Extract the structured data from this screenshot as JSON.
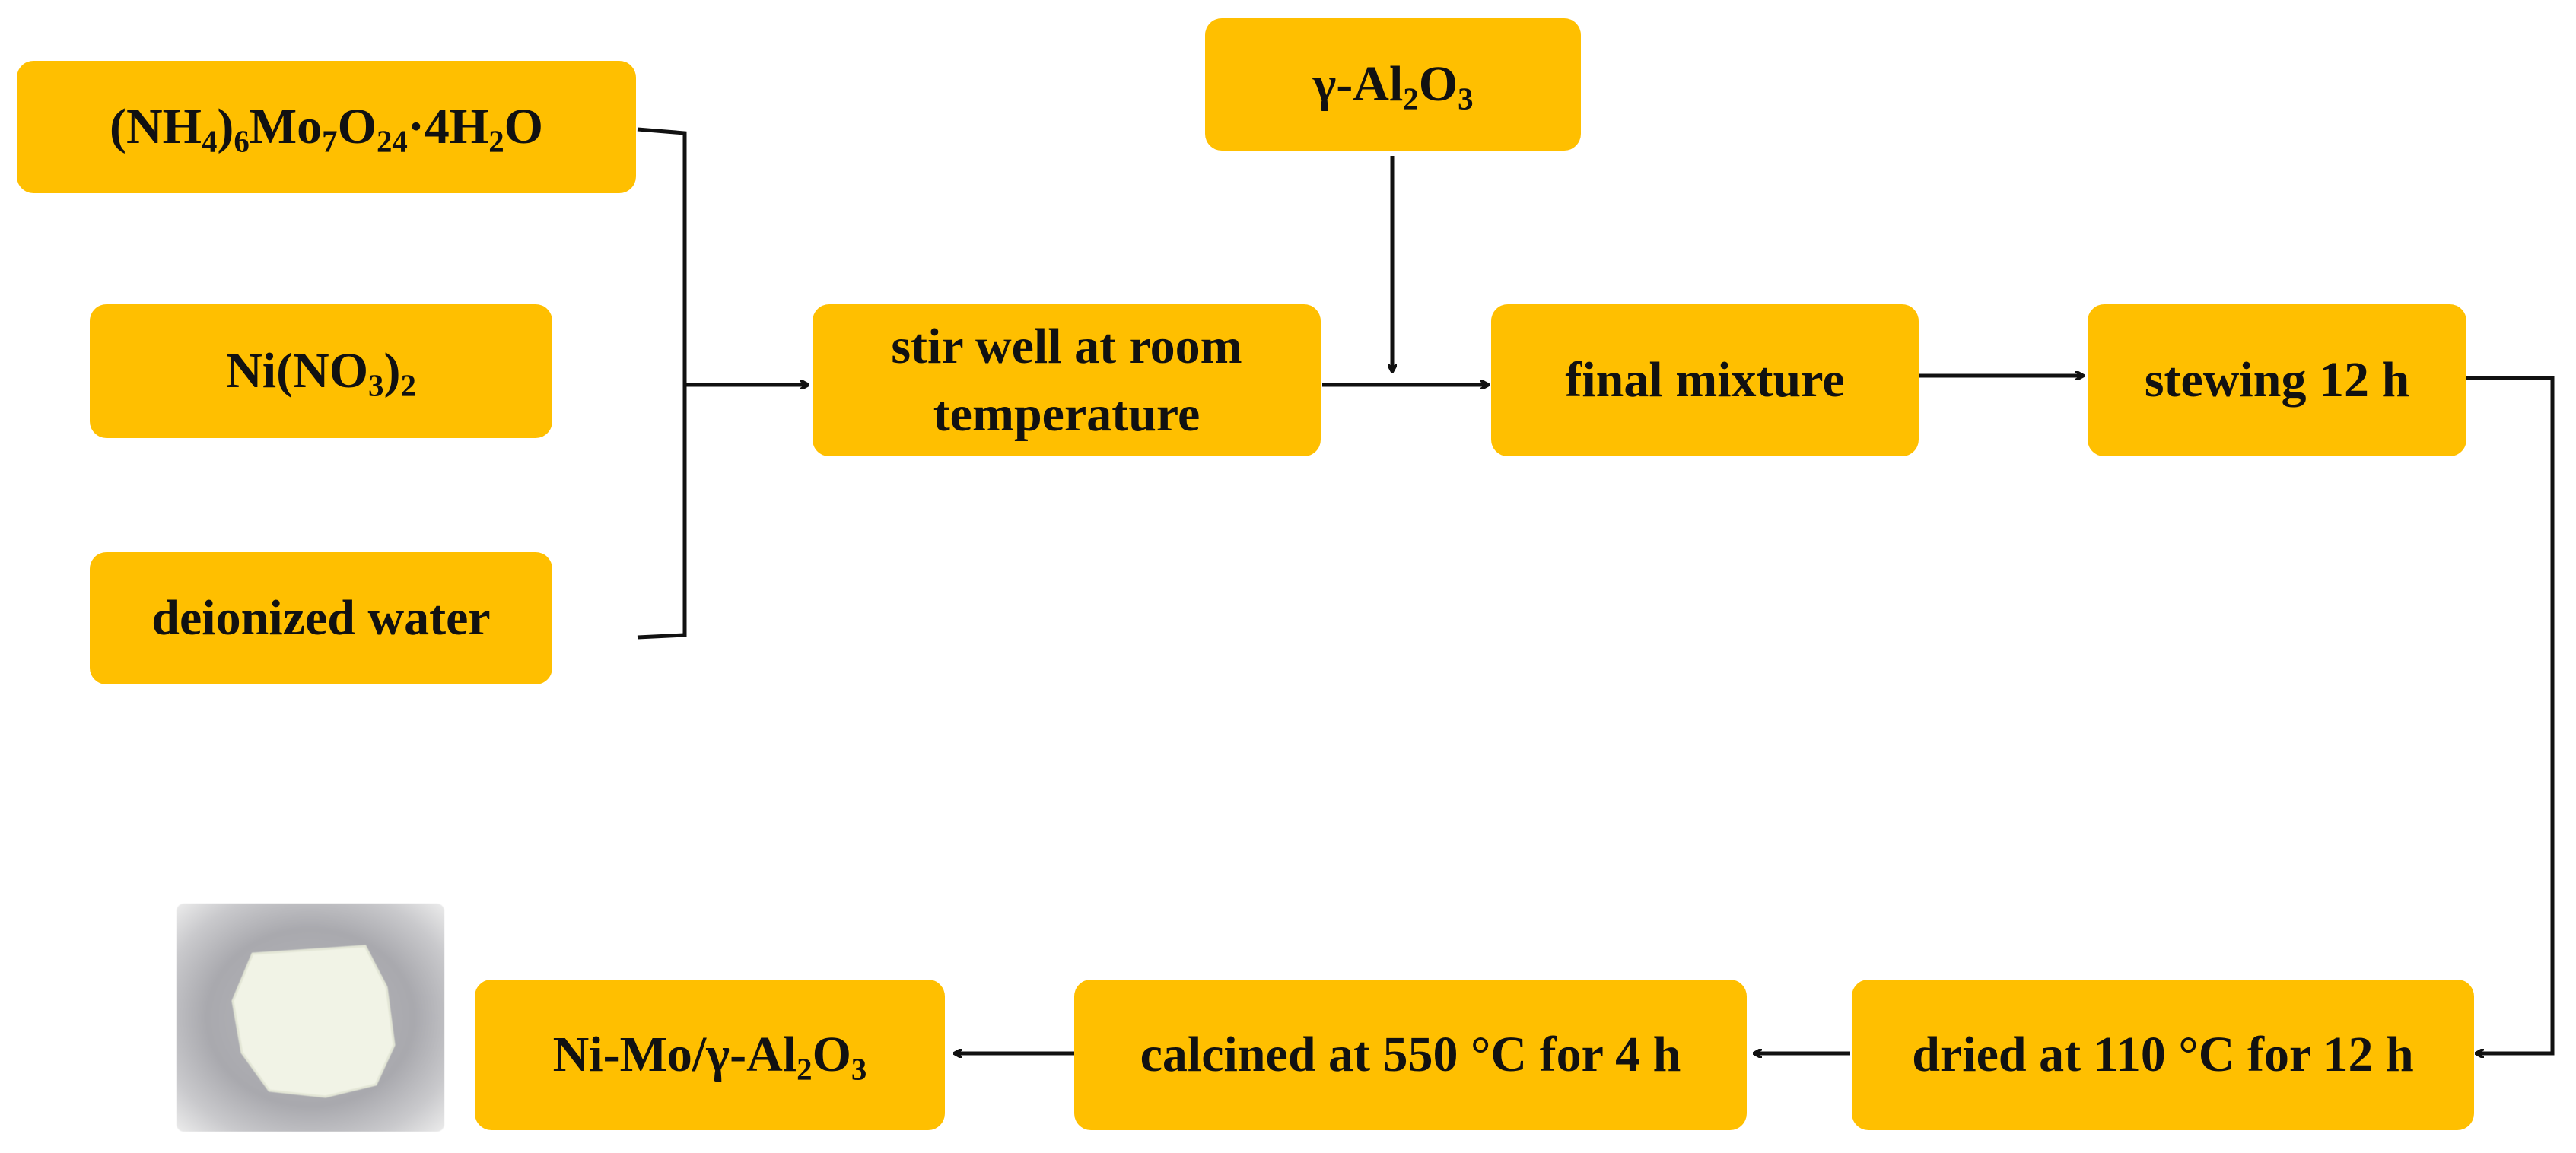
{
  "inputs": {
    "molybdate": {
      "main": "(NH",
      "s1": "4",
      "m2": ")",
      "s2": "6",
      "m3": "Mo",
      "s3": "7",
      "m4": "O",
      "s4": "24",
      "m5": "·4H",
      "s5": "2",
      "m6": "O"
    },
    "nickel_nitrate": {
      "main": "Ni(NO",
      "s1": "3",
      "m2": ")",
      "s2": "2"
    },
    "water": "deionized water"
  },
  "steps": {
    "stir": "stir well at room temperature",
    "alumina": {
      "main": "γ-Al",
      "s1": "2",
      "m2": "O",
      "s2": "3"
    },
    "final_mixture": "final mixture",
    "stewing": "stewing 12 h",
    "dried": "dried at 110 °C for 12 h",
    "calcined": "calcined at 550 °C for 4 h",
    "product": {
      "main": "Ni-Mo/γ-Al",
      "s1": "2",
      "m2": "O",
      "s2": "3"
    }
  },
  "colors": {
    "box_fill": "#FFBF00",
    "line": "#111111",
    "text": "#111111"
  },
  "photo": {
    "icon": "catalyst-sample-photo"
  }
}
